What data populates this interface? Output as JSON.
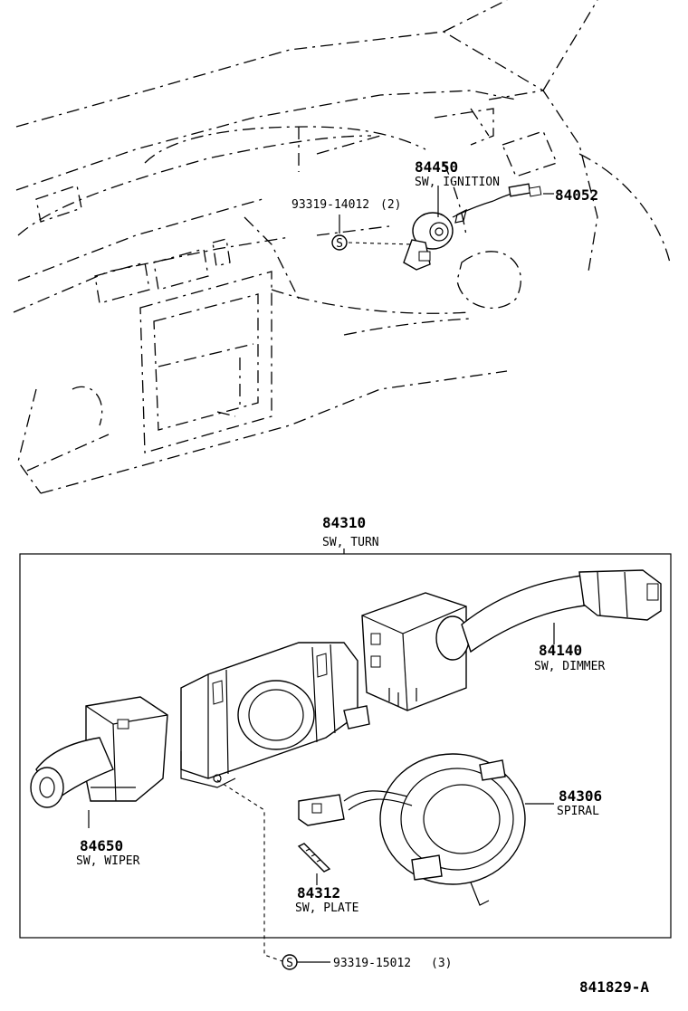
{
  "parts": {
    "p84450": {
      "number": "84450",
      "name": "SW, IGNITION"
    },
    "p84052": {
      "number": "84052"
    },
    "p93319_14012": {
      "number": "93319-14012",
      "qty": "(2)"
    },
    "p84310": {
      "number": "84310",
      "name": "SW, TURN"
    },
    "p84140": {
      "number": "84140",
      "name": "SW, DIMMER"
    },
    "p84306": {
      "number": "84306",
      "name": "SPIRAL"
    },
    "p84650": {
      "number": "84650",
      "name": "SW, WIPER"
    },
    "p84312": {
      "number": "84312",
      "name": "SW, PLATE"
    },
    "p93319_15012": {
      "number": "93319-15012",
      "qty": "(3)"
    }
  },
  "screw_symbol": "S",
  "diagram_code": "841829-A"
}
